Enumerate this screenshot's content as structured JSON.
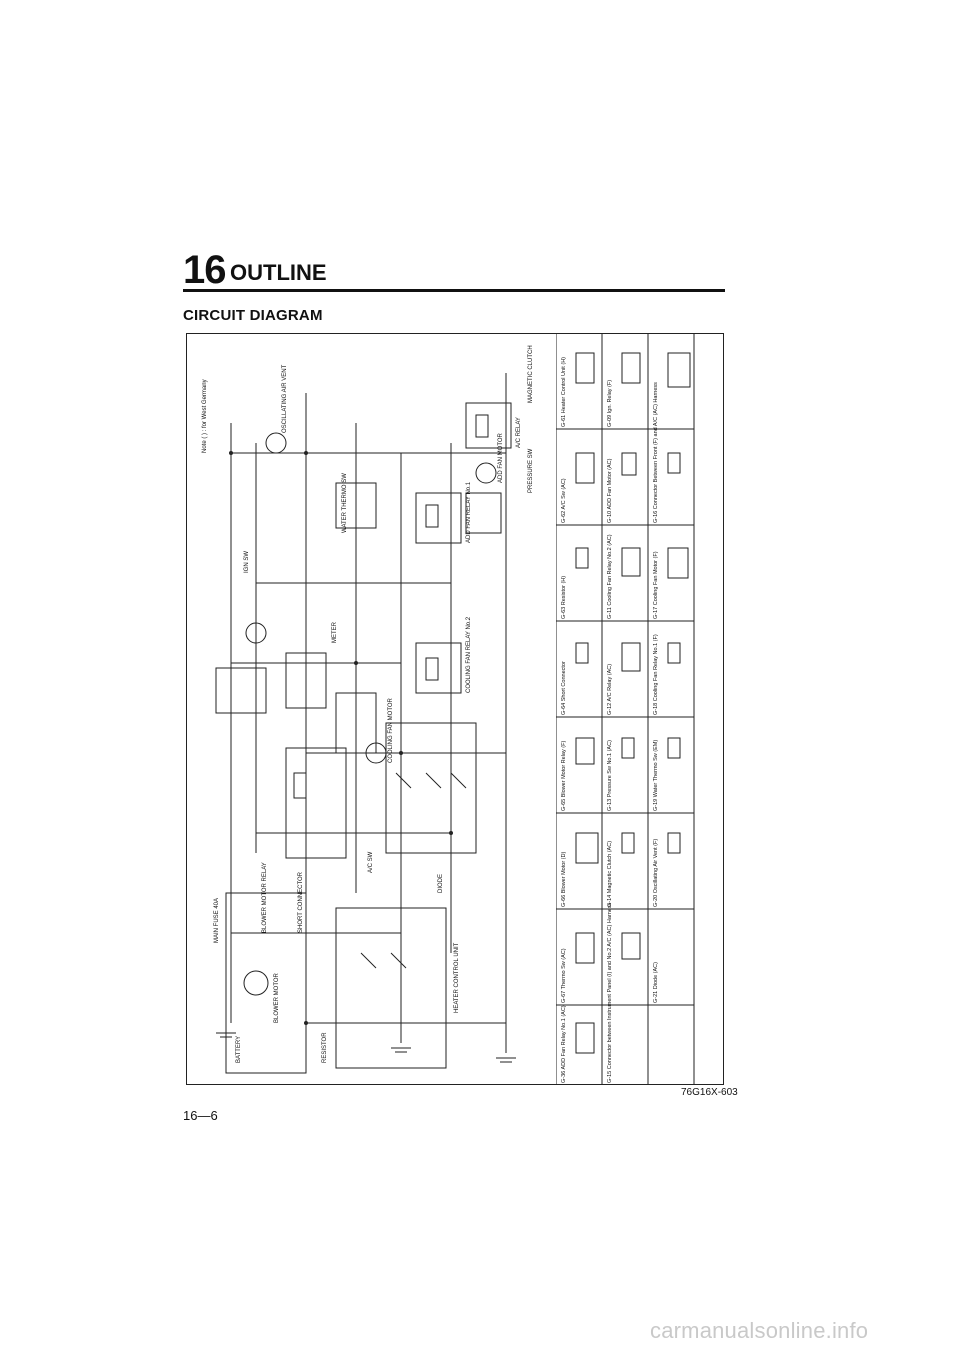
{
  "header": {
    "chapter_number": "16",
    "chapter_title": "OUTLINE"
  },
  "section_title": "CIRCUIT DIAGRAM",
  "diagram": {
    "note": "Note (  ) : for West Germany",
    "components": [
      {
        "id": "battery",
        "label": "BATTERY"
      },
      {
        "id": "main-fuse",
        "label": "MAIN FUSE 40A"
      },
      {
        "id": "blower-motor",
        "label": "BLOWER MOTOR"
      },
      {
        "id": "blower-relay",
        "label": "BLOWER MOTOR RELAY"
      },
      {
        "id": "resistor",
        "label": "RESISTOR"
      },
      {
        "id": "short-connector",
        "label": "SHORT CONNECTOR"
      },
      {
        "id": "heater-control",
        "label": "HEATER CONTROL UNIT"
      },
      {
        "id": "ignition-sw",
        "label": "IGN SW"
      },
      {
        "id": "meter",
        "label": "METER"
      },
      {
        "id": "cooling-fan-motor",
        "label": "COOLING FAN MOTOR"
      },
      {
        "id": "cooling-fan-relay",
        "label": "COOLING FAN RELAY No.2"
      },
      {
        "id": "ac-relay",
        "label": "A/C RELAY"
      },
      {
        "id": "add-fan-relay",
        "label": "ADD FAN RELAY No.1"
      },
      {
        "id": "add-fan-motor",
        "label": "ADD FAN MOTOR"
      },
      {
        "id": "magnetic-clutch",
        "label": "MAGNETIC CLUTCH"
      },
      {
        "id": "pressure-sw",
        "label": "PRESSURE SW"
      },
      {
        "id": "water-thermo",
        "label": "WATER THERMO SW"
      },
      {
        "id": "diode",
        "label": "DIODE"
      },
      {
        "id": "oscillating-vent",
        "label": "OSCILLATING AIR VENT"
      },
      {
        "id": "ac-sw",
        "label": "A/C SW"
      }
    ],
    "connector_table": [
      [
        "G-61 Heater Control Unit (H)",
        "G-62 A/C Sw (AC)",
        "G-63 Resistor (H)",
        "G-64 Short Connector",
        "G-65 Blower Motor Relay (F)",
        "G-66 Blower Motor (D)",
        "G-67 Thermo Sw (AC)",
        "G-36 ADD Fan Relay No.1 (AC)"
      ],
      [
        "G-09 Ign. Relay (F)",
        "G-10 ADD Fan Motor (AC)",
        "G-11 Cooling Fan Relay No.2 (AC)",
        "G-12 A/C Relay (AC)",
        "G-13 Pressure Sw No.1 (AC)",
        "G-14 Magnetic Clutch (AC)",
        "G-15 Connector between Instrument Panel (I) and No.2 A/C (AC) Harness"
      ],
      [
        "G-16 Connector Between Front (F) and A/C (AC) Harness",
        "G-17 Cooling Fan Motor (F)",
        "G-18 Cooling Fan Relay No.1 (F)",
        "G-19 Water Thermo Sw (EM)",
        "G-20 Oscillating Air Vent (F)",
        "G-21 Diode (AC)"
      ]
    ]
  },
  "figure_code": "76G16X-603",
  "page_number": "16—6",
  "watermark": "carmanualsonline.info"
}
